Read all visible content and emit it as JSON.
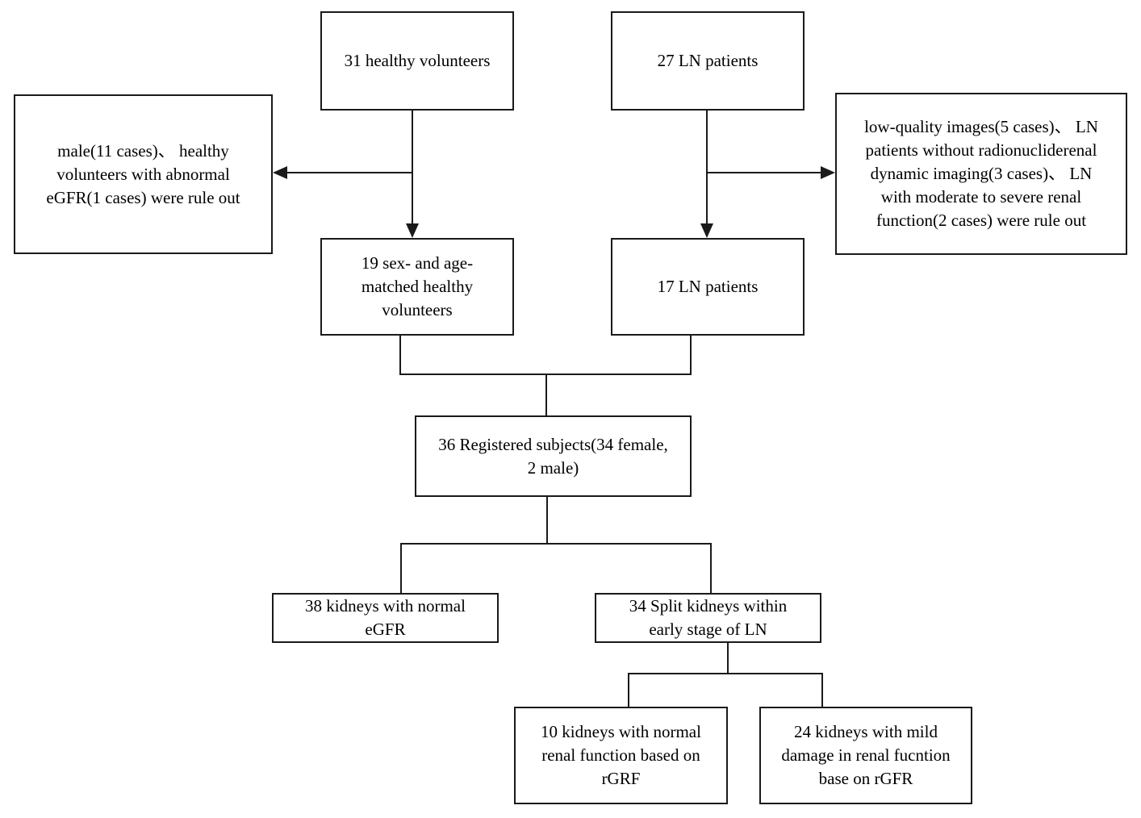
{
  "diagram": {
    "type": "flowchart",
    "background_color": "#ffffff",
    "line_color": "#1a1a1a",
    "text_color": "#000000",
    "boxes": {
      "healthy_initial": {
        "label": "31 healthy volunteers"
      },
      "ln_initial": {
        "label": "27 LN patients"
      },
      "healthy_excluded": {
        "label": "male(11 cases)、 healthy\nvolunteers with abnormal\neGFR(1 cases) were rule out"
      },
      "ln_excluded": {
        "label": "low-quality images(5 cases)、 LN\npatients without radionucliderenal\ndynamic imaging(3 cases)、 LN\nwith moderate to severe renal\nfunction(2 cases) were rule out"
      },
      "healthy_matched": {
        "label": "19 sex- and age-\nmatched healthy\nvolunteers"
      },
      "ln_included": {
        "label": "17 LN patients"
      },
      "registered_subjects": {
        "label": "36 Registered subjects(34 female,\n2 male)"
      },
      "kidneys_normal_egfr": {
        "label": "38 kidneys with normal\neGFR"
      },
      "kidneys_split_ln": {
        "label": "34 Split kidneys within\nearly stage of LN"
      },
      "kidneys_normal_rgrf": {
        "label": "10 kidneys with normal\nrenal function based on\nrGRF"
      },
      "kidneys_mild_damage": {
        "label": "24 kidneys with mild\ndamage in renal fucntion\nbase on rGFR"
      }
    }
  }
}
